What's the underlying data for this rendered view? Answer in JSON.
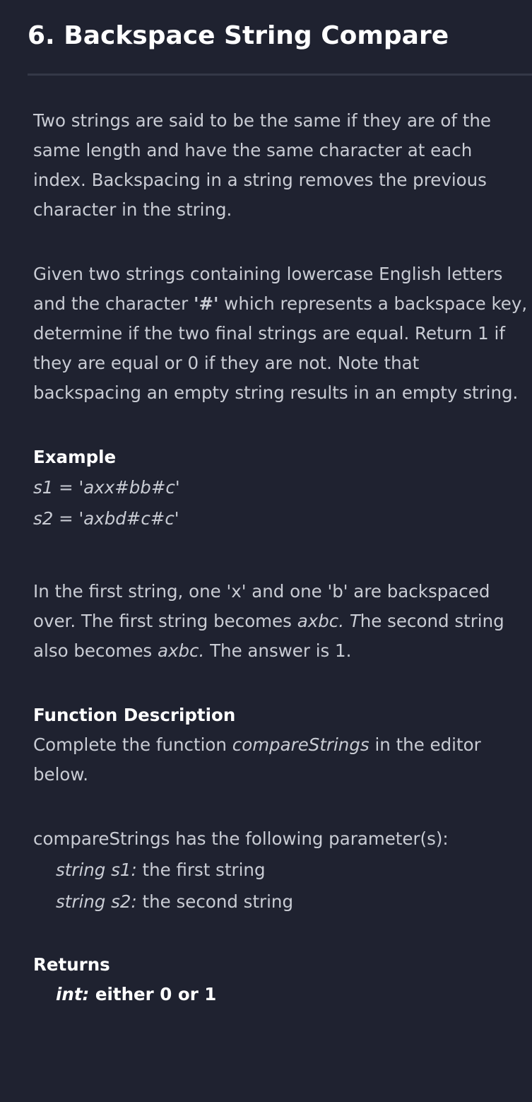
{
  "problem": {
    "title": "6. Backspace String Compare",
    "paragraph1": "Two strings are said to be the same if they are of the same length and have the same character at each index. Backspacing in a string removes the previous character in the string.",
    "paragraph2_part1": "Given two strings containing lowercase English letters and the character ",
    "paragraph2_hash": "'#'",
    "paragraph2_part2": " which represents a backspace key, determine if the two final strings are equal. Return 1 if they are equal or 0 if they are not. Note that backspacing an empty string results in an empty string.",
    "example": {
      "heading": "Example",
      "s1": "s1 = 'axx#bb#c'",
      "s2": "s2 = 'axbd#c#c'"
    },
    "explanation": {
      "part1": "In the first string, one 'x' and one 'b' are backspaced over. The first string becomes ",
      "result1": "axbc.",
      "part2_italic_T": "T",
      "part2": "he second string also becomes ",
      "result2": "axbc.",
      "part3": " The answer is 1."
    },
    "function_description": {
      "heading": "Function Description",
      "text_before": "Complete the function ",
      "function_name": "compareStrings",
      "text_after": " in the editor below."
    },
    "parameters": {
      "intro": "compareStrings has the following parameter(s):",
      "items": [
        {
          "type_name": "string s1:",
          "desc": " the first string"
        },
        {
          "type_name": "string s2:",
          "desc": " the second string"
        }
      ]
    },
    "returns": {
      "heading": "Returns",
      "type": "int:",
      "desc": " either 0 or 1"
    }
  }
}
